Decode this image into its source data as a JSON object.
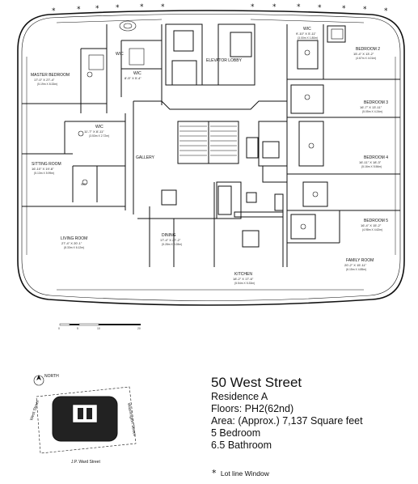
{
  "building": {
    "name": "50 West Street",
    "residence": "Residence  A",
    "floors": "Floors: PH2(62nd)",
    "area": "Area: (Approx.) 7,137 Square feet",
    "bedrooms": "5 Bedroom",
    "bathrooms": "6.5 Bathroom"
  },
  "legend": {
    "symbol": "*",
    "text": "Lot line Window"
  },
  "rooms": {
    "master_bedroom": {
      "name": "MASTER BEDROOM",
      "dims": "17'-0\" X 27'-4\"",
      "metric": "(5.19m X 8.33m)"
    },
    "wic_top_left": {
      "name": "WIC"
    },
    "wic_2": {
      "name": "WIC",
      "dims": "8'-5\" X 5'-4\""
    },
    "wic_3": {
      "name": "WIC",
      "dims": "11'-7\" X 8'-11\"",
      "metric": "(3.53m X 2.72m)"
    },
    "wic_top_right": {
      "name": "WIC",
      "dims": "9'-10\" X 5'-11\"",
      "metric": "(3.00m X 1.80m)"
    },
    "sitting_room": {
      "name": "SITTING ROOM",
      "dims": "16'-10\" X 19'-8\"",
      "metric": "(5.13m X 5.99m)"
    },
    "gallery": {
      "name": "GALLERY"
    },
    "elevator_lobby": {
      "name": "ELEVATOR LOBBY"
    },
    "bedroom2": {
      "name": "BEDROOM 2",
      "dims": "15'-4\" X 13'-2\"",
      "metric": "(4.67m X 4.01m)"
    },
    "bedroom3": {
      "name": "BEDROOM 3",
      "dims": "16'-7\" X 13'-11\"",
      "metric": "(5.05m X 4.24m)"
    },
    "bedroom4": {
      "name": "BEDROOM 4",
      "dims": "16'-11\" X 18'-3\"",
      "metric": "(5.16m X 5.56m)"
    },
    "bedroom5": {
      "name": "BEDROOM 5",
      "dims": "16'-4\" X 15'-2\"",
      "metric": "(4.98m X 4.62m)"
    },
    "living_room": {
      "name": "LIVING ROOM",
      "dims": "27'-4\" X 20'-1\"",
      "metric": "(8.33m X 6.12m)"
    },
    "dining": {
      "name": "DINING",
      "dims": "17'-4\" X 27'-2\"",
      "metric": "(5.28m X 8.28m)"
    },
    "kitchen": {
      "name": "KITCHEN",
      "dims": "18'-2\" X 17'-6\"",
      "metric": "(5.54m X 5.33m)"
    },
    "family_room": {
      "name": "FAMILY ROOM",
      "dims": "20'-2\" X 15'-11\"",
      "metric": "(6.15m X 4.85m)"
    }
  },
  "fixtures": {
    "washer_dryer": "W/D"
  },
  "keyplan": {
    "north": "NORTH",
    "west_street": "West Street",
    "washington_street": "Washington Street",
    "ward_street": "J.P. Ward Street"
  },
  "scale_bar": {
    "ticks": [
      "0",
      "5",
      "10",
      "20"
    ]
  }
}
